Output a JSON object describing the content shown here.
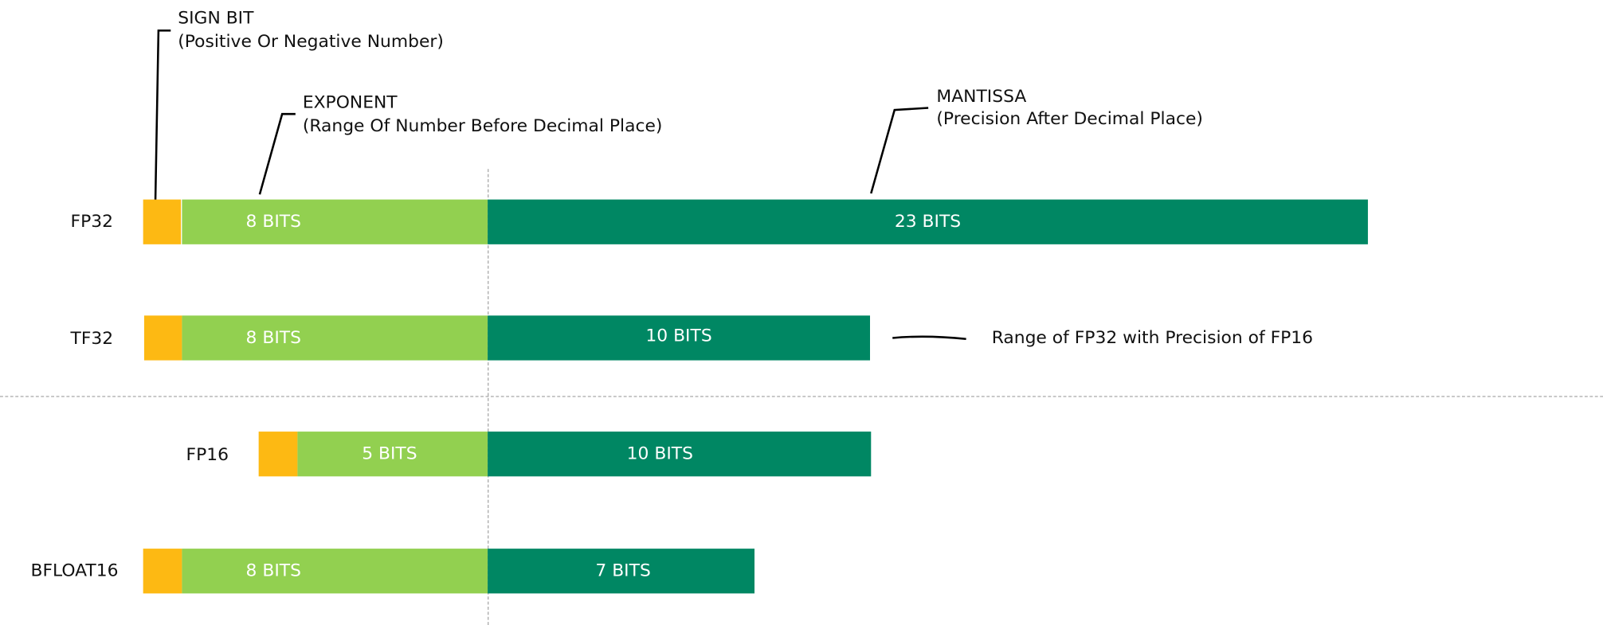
{
  "annotations": {
    "sign_bit": {
      "title": "SIGN BIT",
      "description": "(Positive Or Negative Number)"
    },
    "exponent": {
      "title": "EXPONENT",
      "description": "(Range Of Number Before Decimal Place)"
    },
    "mantissa": {
      "title": "MANTISSA",
      "description": "(Precision After Decimal Place)"
    },
    "tf32_note": "Range of FP32 with Precision of FP16"
  },
  "formats": [
    {
      "name": "FP32",
      "exponent_label": "8 BITS",
      "mantissa_label": "23 BITS",
      "exponent_bits": 8,
      "mantissa_bits": 23
    },
    {
      "name": "TF32",
      "exponent_label": "8 BITS",
      "mantissa_label": "10 BITS",
      "exponent_bits": 8,
      "mantissa_bits": 10
    },
    {
      "name": "FP16",
      "exponent_label": "5 BITS",
      "mantissa_label": "10 BITS",
      "exponent_bits": 5,
      "mantissa_bits": 10
    },
    {
      "name": "BFLOAT16",
      "exponent_label": "8 BITS",
      "mantissa_label": "7 BITS",
      "exponent_bits": 8,
      "mantissa_bits": 7
    }
  ],
  "colors": {
    "sign": "#FDB913",
    "exponent": "#92D050",
    "mantissa": "#008763"
  }
}
